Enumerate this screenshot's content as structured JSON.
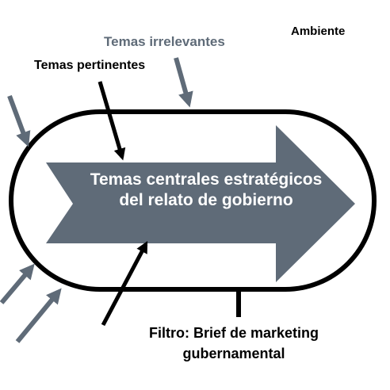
{
  "diagram": {
    "environment_label": "Ambiente",
    "irrelevant_topics_label": "Temas irrelevantes",
    "pertinent_topics_label": "Temas pertinentes",
    "central_topics_label": "Temas centrales estratégicos del relato de gobierno",
    "filter_label": "Filtro: Brief de marketing gubernamental"
  },
  "colors": {
    "central_arrow": "#5f6b78",
    "irrelevant_arrows": "#5f6b78",
    "pertinent_arrows": "#000000",
    "filter_outline": "#000000",
    "irrelevant_text": "#5f6b78",
    "central_text": "#ffffff"
  }
}
